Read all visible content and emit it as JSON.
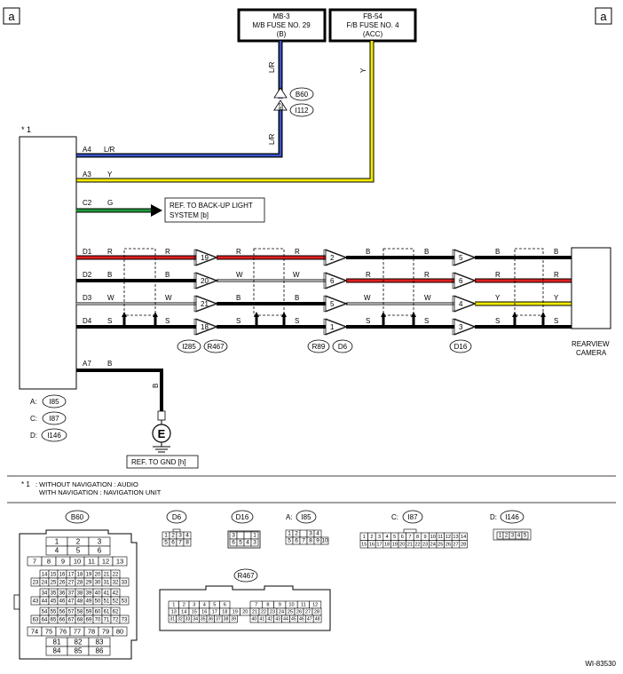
{
  "page_marks": {
    "left": "a",
    "right": "a"
  },
  "fuse_boxes": [
    {
      "line1": "MB-3",
      "line2": "M/B FUSE NO. 29",
      "line3": "(B)"
    },
    {
      "line1": "FB-54",
      "line2": "F/B FUSE NO. 4",
      "line3": "(ACC)"
    }
  ],
  "wire_labels": {
    "lr_upper": "L/R",
    "lr_lower": "L/R",
    "y_vertical": "Y",
    "b_ground": "B",
    "b60_pin": "82"
  },
  "unit": {
    "mark": "* 1"
  },
  "pins": {
    "a4": "A4",
    "a3": "A3",
    "c2": "C2",
    "d1": "D1",
    "d2": "D2",
    "d3": "D3",
    "d4": "D4",
    "a7": "A7"
  },
  "pin_colors": {
    "a4": "L/R",
    "a3": "Y",
    "c2": "G",
    "d1": "R",
    "d2": "B",
    "d3": "W",
    "d4": "S",
    "a7": "B"
  },
  "ref_backup": {
    "line1": "REF. TO BACK-UP LIGHT",
    "line2": "SYSTEM [b]"
  },
  "ref_gnd": "REF. TO GND [h]",
  "ground_symbol": "E",
  "segment_colors": {
    "seg1": [
      "R",
      "B",
      "W",
      "S"
    ],
    "seg2": [
      "R",
      "W",
      "B",
      "S"
    ],
    "seg3": [
      "B",
      "R",
      "W",
      "S"
    ],
    "seg4": [
      "B",
      "R",
      "Y",
      "S"
    ]
  },
  "connector_pins": {
    "i285": [
      "19",
      "20",
      "21",
      "18"
    ],
    "r89": [
      "2",
      "6",
      "5",
      "1"
    ],
    "d16": [
      "5",
      "6",
      "4",
      "3"
    ]
  },
  "connector_labels": {
    "b60": "B60",
    "i112": "I112",
    "i285": "I285",
    "r467": "R467",
    "r89": "R89",
    "d6": "D6",
    "d16": "D16"
  },
  "camera": {
    "line1": "REARVIEW",
    "line2": "CAMERA"
  },
  "legend": [
    {
      "key": "A:",
      "conn": "I85"
    },
    {
      "key": "C:",
      "conn": "I87"
    },
    {
      "key": "D:",
      "conn": "I146"
    }
  ],
  "footnote": {
    "mark": "* 1",
    "line1": ": WITHOUT NAVIGATION  : AUDIO",
    "line2": "WITH NAVIGATION  : NAVIGATION UNIT"
  },
  "connector_views": {
    "b60": {
      "label": "B60",
      "rows": [
        [
          "1",
          "2",
          "3"
        ],
        [
          "4",
          "5",
          "6"
        ],
        [
          "7",
          "8",
          "9",
          "10",
          "11",
          "12",
          "13"
        ],
        [
          "14",
          "15",
          "16",
          "17",
          "18",
          "19",
          "20",
          "21",
          "22"
        ],
        [
          "23",
          "24",
          "25",
          "26",
          "27",
          "28",
          "29",
          "30",
          "31",
          "32",
          "33"
        ],
        [
          "34",
          "35",
          "36",
          "37",
          "38",
          "39",
          "40",
          "41",
          "42"
        ],
        [
          "43",
          "44",
          "45",
          "46",
          "47",
          "48",
          "49",
          "50",
          "51",
          "52",
          "53"
        ],
        [
          "54",
          "55",
          "56",
          "57",
          "58",
          "59",
          "60",
          "61",
          "62"
        ],
        [
          "63",
          "64",
          "65",
          "66",
          "67",
          "68",
          "69",
          "70",
          "71",
          "72",
          "73"
        ],
        [
          "74",
          "75",
          "76",
          "77",
          "78",
          "79",
          "80"
        ],
        [
          "81",
          "82",
          "83"
        ],
        [
          "84",
          "85",
          "86"
        ]
      ]
    },
    "d6": {
      "label": "D6",
      "rows": [
        [
          "1",
          "2",
          "3",
          "4"
        ],
        [
          "5",
          "6",
          "7",
          "8"
        ]
      ]
    },
    "d16": {
      "label": "D16",
      "rows": [
        [
          "3",
          "",
          "",
          "1"
        ],
        [
          "6",
          "5",
          "4",
          "3"
        ]
      ]
    },
    "i85": {
      "label": "I85",
      "prefix": "A:",
      "rows": [
        [
          "1",
          "2",
          "",
          "3",
          "4"
        ],
        [
          "5",
          "6",
          "7",
          "8",
          "9",
          "10"
        ]
      ]
    },
    "i87": {
      "label": "I87",
      "prefix": "C:",
      "rows": [
        [
          "1",
          "2",
          "3",
          "4",
          "5",
          "6",
          "7",
          "8",
          "9",
          "10",
          "11",
          "12",
          "13",
          "14"
        ],
        [
          "15",
          "16",
          "17",
          "18",
          "19",
          "20",
          "21",
          "22",
          "23",
          "24",
          "25",
          "26",
          "27",
          "28"
        ]
      ]
    },
    "i146": {
      "label": "I146",
      "prefix": "D:",
      "rows": [
        [
          "1",
          "2",
          "3",
          "4",
          "5"
        ]
      ]
    },
    "r467": {
      "label": "R467",
      "left_rows": [
        [
          "1",
          "2",
          "3",
          "4",
          "5",
          "6"
        ],
        [
          "13",
          "14",
          "15",
          "16",
          "17",
          "18",
          "19",
          "20"
        ],
        [
          "31",
          "32",
          "33",
          "34",
          "35",
          "36",
          "37",
          "38",
          "39"
        ]
      ],
      "right_rows": [
        [
          "7",
          "8",
          "9",
          "10",
          "11",
          "12"
        ],
        [
          "21",
          "22",
          "23",
          "24",
          "25",
          "26",
          "27",
          "28"
        ],
        [
          "40",
          "41",
          "42",
          "43",
          "44",
          "45",
          "46",
          "47",
          "48"
        ]
      ]
    }
  },
  "diagram_code": "WI-83530"
}
